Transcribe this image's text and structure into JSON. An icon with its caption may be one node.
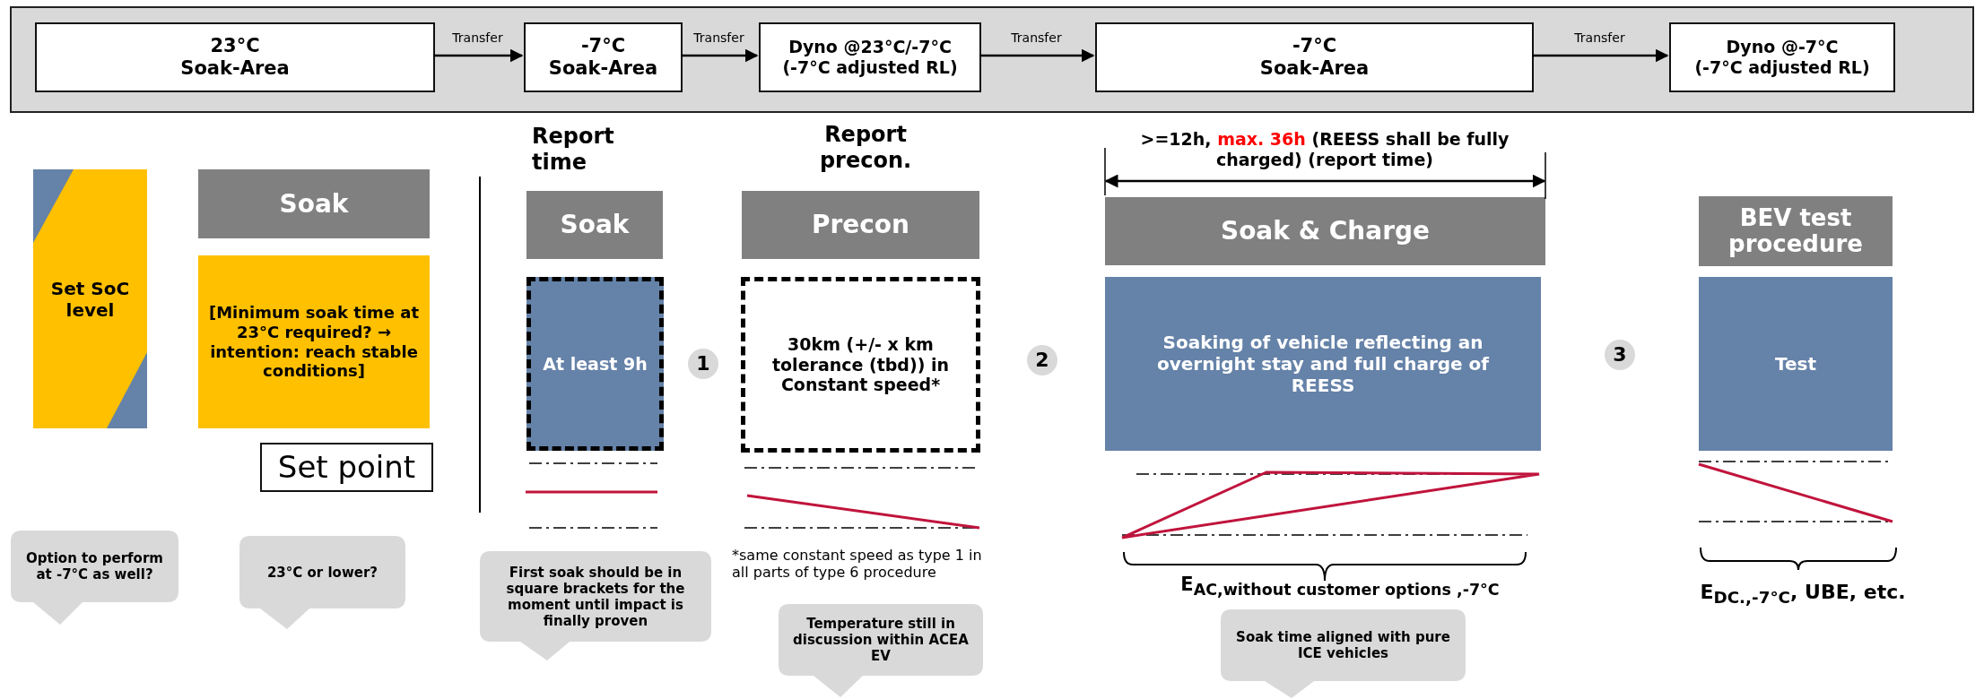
{
  "diagram": {
    "nodes": [
      {
        "text": [],
        "shape": "box"
      },
      {
        "text": [
          "23°C",
          "Soak-Area"
        ],
        "in": 0
      },
      {
        "text": [
          "-7°C",
          "Soak-Area"
        ],
        "in": 0
      },
      {
        "text": [
          "Dyno @23°C/-7°C",
          "(-7°C adjusted RL)"
        ],
        "in": 0
      },
      {
        "text": [
          "-7°C",
          "Soak-Area"
        ],
        "in": 0
      },
      {
        "text": [
          "Dyno @-7°C",
          "(-7°C adjusted RL)"
        ],
        "in": 0
      },
      {
        "text": [
          "Set SoC level"
        ]
      },
      {
        "text": [
          "Soak"
        ]
      },
      {
        "text": [
          "[Minimum soak time at 23°C required? → intention: reach stable conditions]"
        ]
      },
      {
        "text": [
          "Set point"
        ]
      },
      {
        "text": [
          "Soak"
        ]
      },
      {
        "text": [
          "At least 9h"
        ]
      },
      {
        "text": [
          "1"
        ]
      },
      {
        "text": [
          "Precon"
        ]
      },
      {
        "text": [
          "30km (+/- x km tolerance (tbd)) in Constant speed*"
        ]
      },
      {
        "text": [
          "2"
        ]
      },
      {
        "text": [
          "Soak & Charge"
        ]
      },
      {
        "text": [
          "Soaking of vehicle reflecting an overnight stay and full charge of REESS"
        ]
      },
      {
        "text": [
          "3"
        ]
      },
      {
        "text": [
          "BEV test procedure"
        ]
      },
      {
        "text": [
          "Test"
        ]
      },
      {
        "text": [
          "Option to perform at -7°C as well?"
        ]
      },
      {
        "text": [
          "23°C or lower?"
        ]
      },
      {
        "text": [
          "First soak should be in square brackets for the moment until impact is finally proven"
        ]
      },
      {
        "text": [
          "Temperature still in discussion within ACEA EV"
        ]
      },
      {
        "text": [
          "Soak time aligned with pure ICE vehicles"
        ]
      }
    ],
    "edges": [
      {
        "from": 1,
        "to": 2,
        "arrow": "to",
        "label": "Transfer"
      },
      {
        "from": 2,
        "to": 3,
        "arrow": "to",
        "label": "Transfer"
      },
      {
        "from": 3,
        "to": 4,
        "arrow": "to",
        "label": "Transfer"
      },
      {
        "from": 4,
        "to": 5,
        "arrow": "to",
        "label": "Transfer"
      }
    ],
    "labels": [
      "Report time",
      "Report precon.",
      ">=12h,",
      "max. 36h",
      "(REESS shall be fully charged) (report time)",
      "*same constant speed as type 1 in all parts of type 6 procedure",
      "E$_{AC,without customer options ,-7°C}$",
      "E$_{DC.,-7°C}$, UBE, etc."
    ]
  }
}
